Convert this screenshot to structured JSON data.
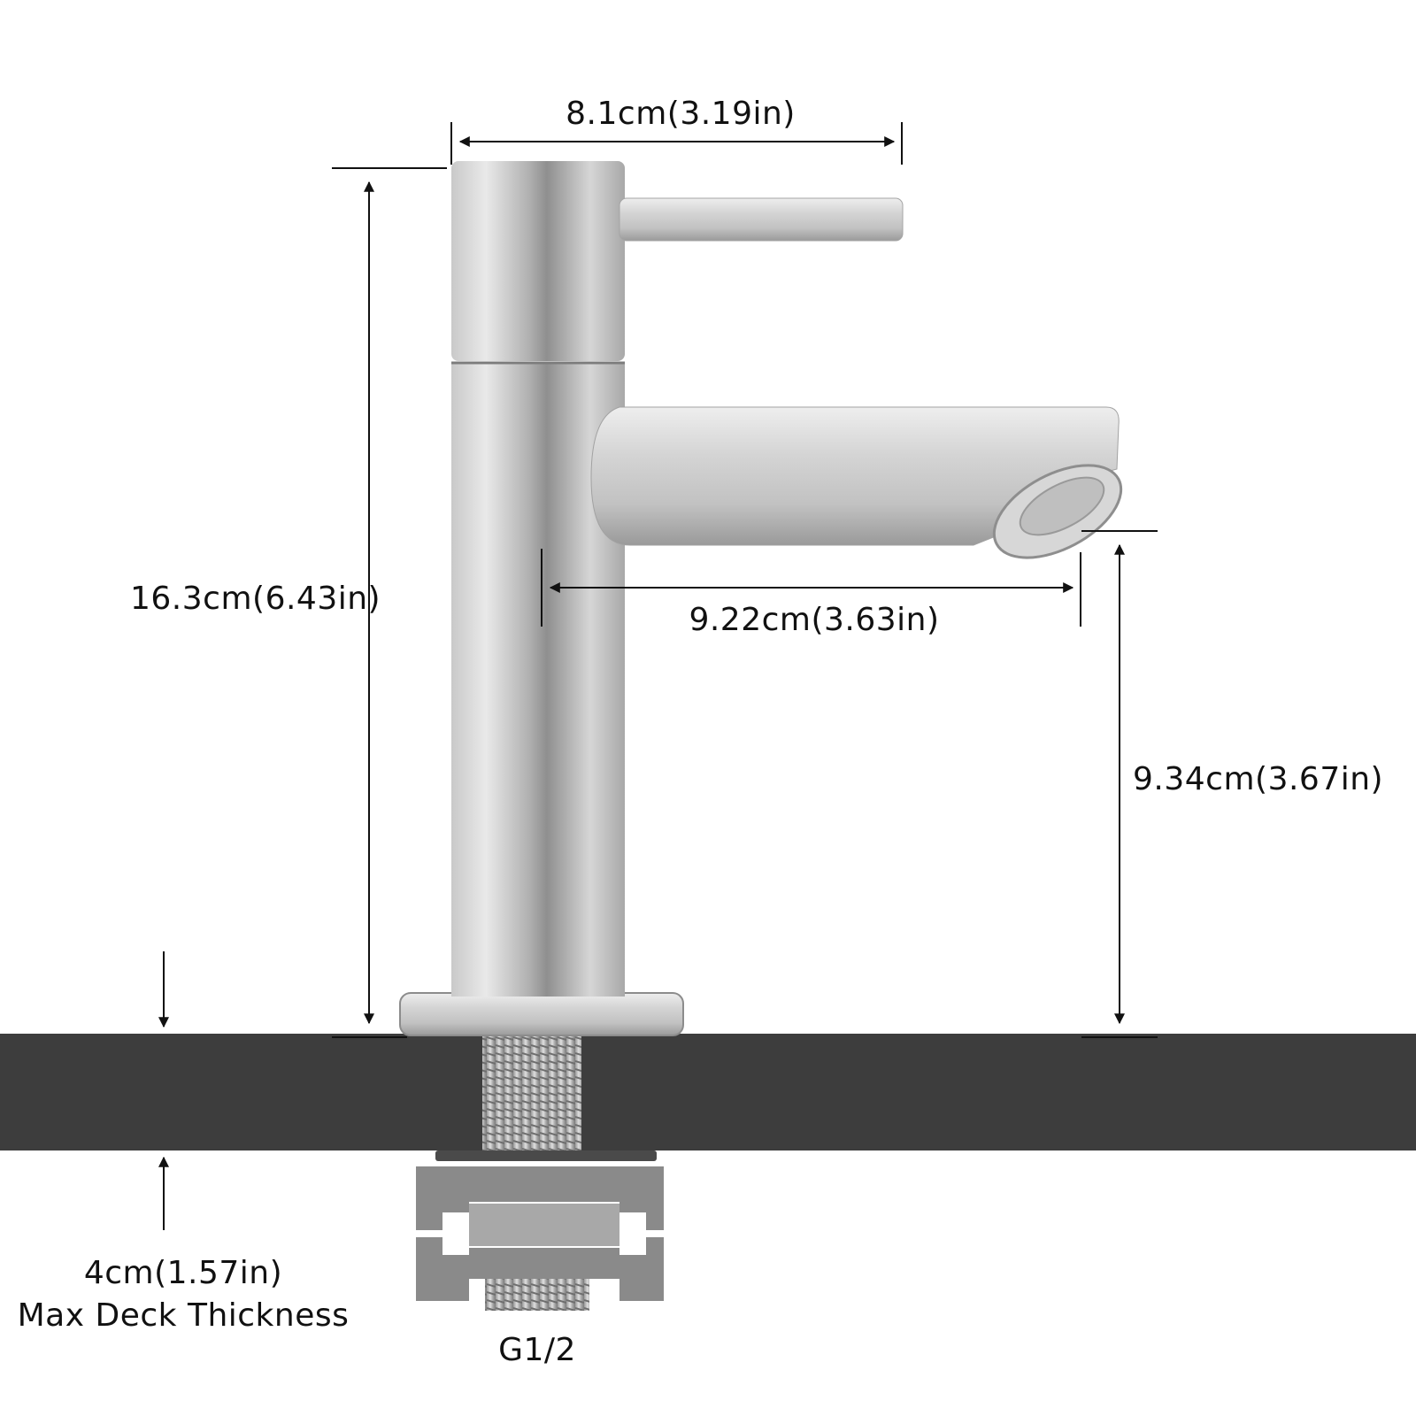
{
  "dimensions": {
    "width": "8.1cm(3.19in)",
    "height": "16.3cm(6.43in)",
    "spout_reach": "9.22cm(3.63in)",
    "spout_height": "9.34cm(3.67in)",
    "deck_thickness": "4cm(1.57in)",
    "deck_thickness_note": "Max Deck Thickness",
    "thread_size": "G1/2"
  },
  "colors": {
    "countertop": "#3d3d3d",
    "steel_light": "#e4e4e4",
    "steel_dark": "#9d9d9d",
    "nut_gray": "#8a8a8a",
    "dimension_line": "#111111"
  }
}
